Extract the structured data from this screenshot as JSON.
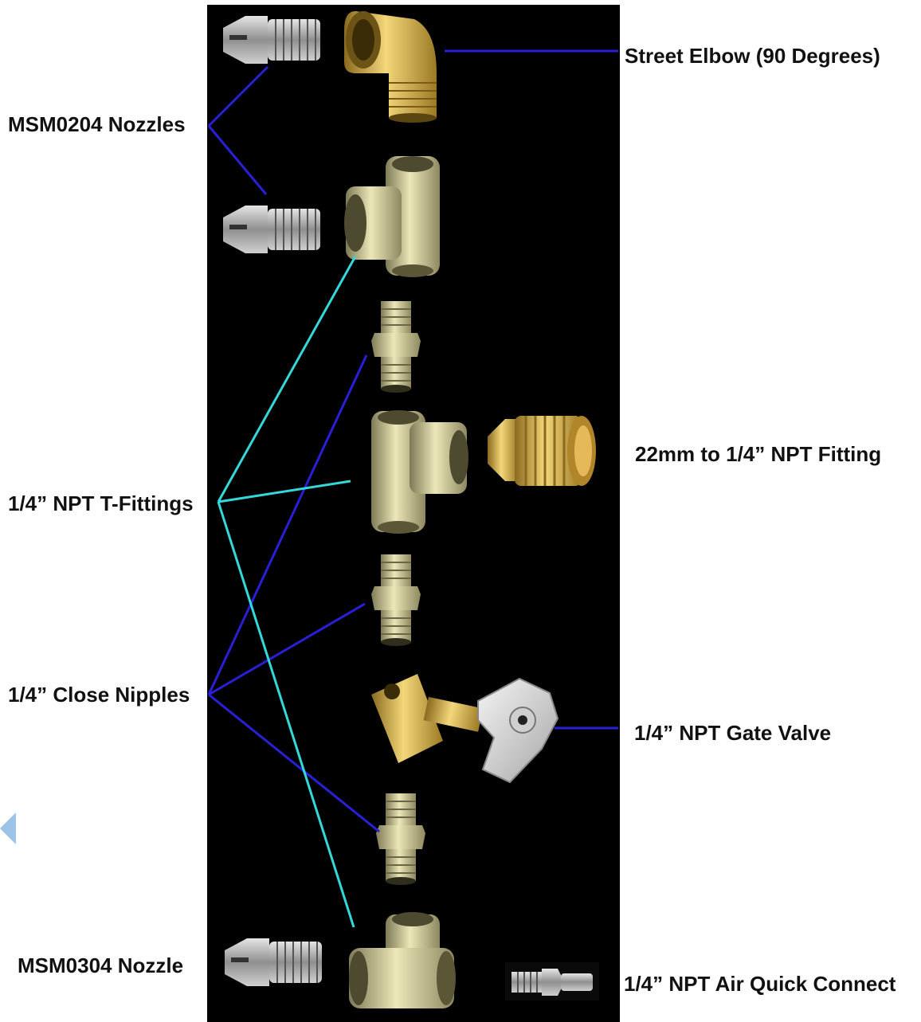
{
  "labels": {
    "msm0204_nozzles": "MSM0204 Nozzles",
    "street_elbow": "Street Elbow (90 Degrees)",
    "npt_22mm": "22mm to 1/4” NPT Fitting",
    "t_fittings": "1/4” NPT T-Fittings",
    "close_nipples": "1/4” Close Nipples",
    "gate_valve": "1/4” NPT Gate Valve",
    "msm0304_nozzle": "MSM0304 Nozzle",
    "air_quick_connect": "1/4” NPT Air Quick Connect"
  },
  "colors": {
    "panel": "#000000",
    "dark_blue_line": "#2a1fd6",
    "cyan_line": "#35d8d8",
    "brass": "#c9a441",
    "zinc": "#c8c290",
    "steel": "#a9a9a9"
  },
  "icons": [
    "nozzle-icon",
    "street-elbow-icon",
    "t-fitting-icon",
    "close-nipple-icon",
    "adapter-22mm-icon",
    "gate-valve-icon",
    "quick-connect-icon",
    "back-arrow-icon"
  ]
}
